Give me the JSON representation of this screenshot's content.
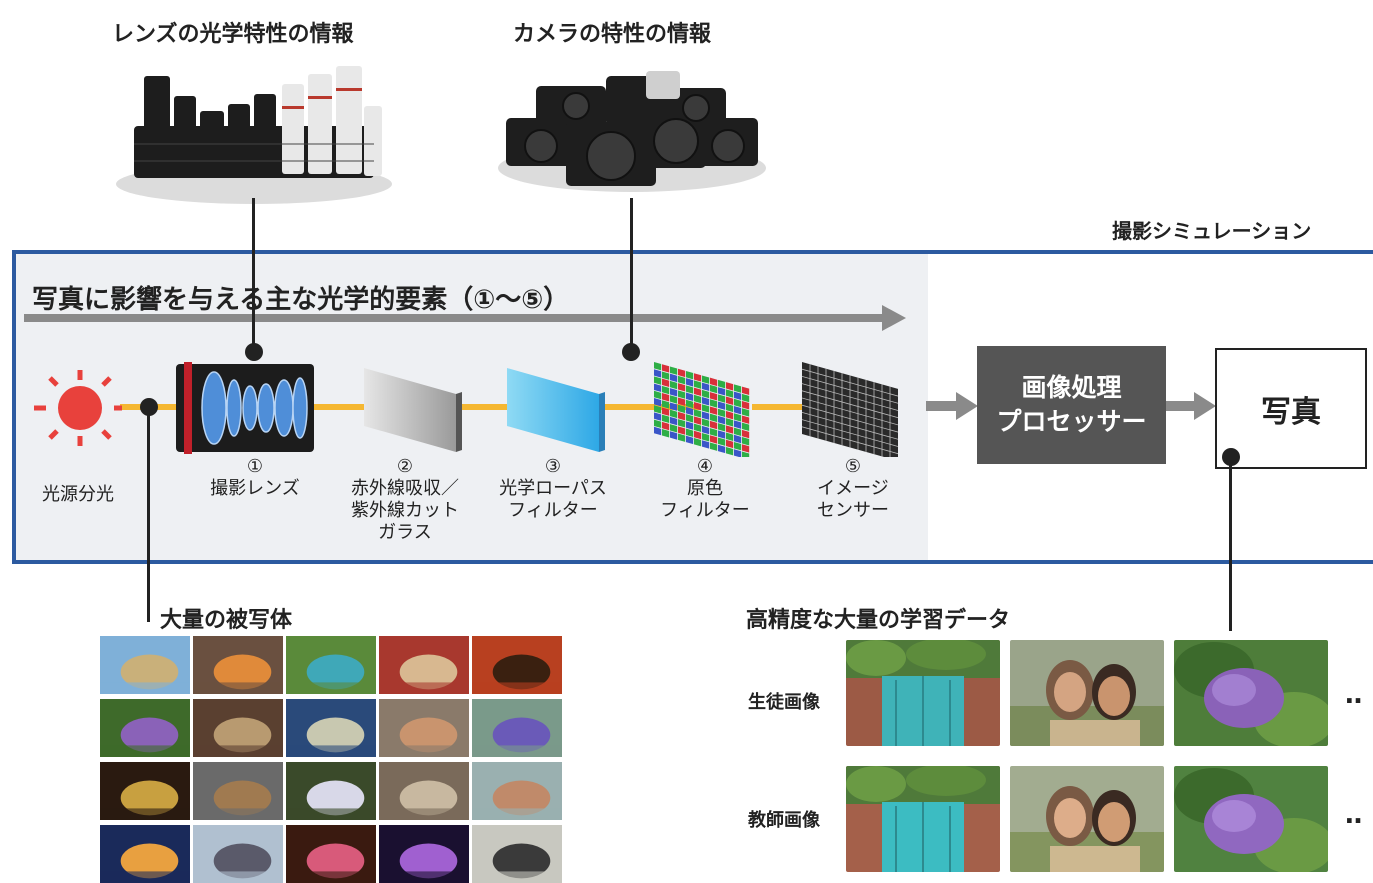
{
  "top": {
    "lens_info_title": "レンズの光学特性の情報",
    "camera_info_title": "カメラの特性の情報"
  },
  "simulation_title": "撮影シミュレーション",
  "panel": {
    "title": "写真に影響を与える主な光学的要素（①〜⑤）",
    "elements": [
      {
        "num": "",
        "label": "光源分光"
      },
      {
        "num": "①",
        "label": "撮影レンズ"
      },
      {
        "num": "②",
        "label": "赤外線吸収／\n紫外線カット\nガラス"
      },
      {
        "num": "③",
        "label": "光学ローパス\nフィルター"
      },
      {
        "num": "④",
        "label": "原色\nフィルター"
      },
      {
        "num": "⑤",
        "label": "イメージ\nセンサー"
      }
    ]
  },
  "processor": {
    "line1": "画像処理",
    "line2": "プロセッサー"
  },
  "photo_box": "写真",
  "subjects_title": "大量の被写体",
  "training": {
    "title": "高精度な大量の学習データ",
    "student_label": "生徒画像",
    "teacher_label": "教師画像",
    "more": "‥"
  },
  "colors": {
    "frame_blue": "#2c5aa0",
    "panel_gray": "#eef0f3",
    "beam_yellow": "#f5b731",
    "sun_red": "#e8413c",
    "processor_gray": "#555555",
    "arrow_gray": "#8a8a8a"
  },
  "icons": {
    "light_source": "sun-icon",
    "lens": "lens-cross-section-icon",
    "ir_glass": "glass-plate-icon",
    "low_pass": "blue-filter-plate-icon",
    "color_filter": "bayer-filter-icon",
    "sensor": "sensor-grid-icon"
  }
}
